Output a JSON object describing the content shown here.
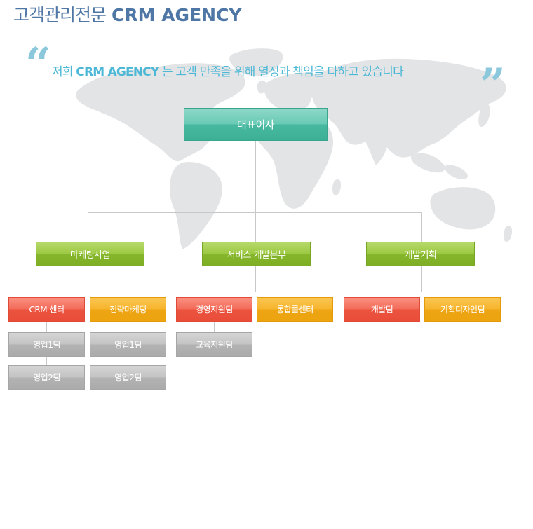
{
  "header": {
    "title_korean": "고객관리전문",
    "title_brand": "CRM AGENCY"
  },
  "slogan": {
    "prefix": "저희",
    "brand": "CRM AGENCY",
    "suffix": "는 고객 만족을 위해 열정과 책임을 다하고 있습니다",
    "open_quote": "“",
    "close_quote": "”"
  },
  "org": {
    "ceo": "대표이사",
    "divisions": [
      {
        "name": "마케팅사업"
      },
      {
        "name": "서비스 개발본부"
      },
      {
        "name": "개발기획"
      }
    ],
    "teams": [
      {
        "name": "CRM 센터",
        "color": "#ec5440"
      },
      {
        "name": "전략마케팅",
        "color": "#eea514"
      },
      {
        "name": "경영지원팀",
        "color": "#ec5440"
      },
      {
        "name": "통합콜센터",
        "color": "#eea514"
      },
      {
        "name": "개발팀",
        "color": "#ec5440"
      },
      {
        "name": "기획디자인팀",
        "color": "#eea514"
      }
    ],
    "subteams": [
      {
        "name": "영업1팀"
      },
      {
        "name": "영업2팀"
      },
      {
        "name": "영업1팀"
      },
      {
        "name": "영업2팀"
      },
      {
        "name": "교육지원팀"
      }
    ]
  },
  "colors": {
    "title": "#4f77a6",
    "slogan": "#4cb8d6",
    "quote_marks": "#8cc8dc",
    "ceo_box": "#48b9a0",
    "division_box": "#86b62c",
    "red_team": "#ec5440",
    "orange_team": "#eea514",
    "gray_team": "#b3b3b3",
    "map": "#e3e4e6",
    "connector": "#c8c8c8"
  }
}
